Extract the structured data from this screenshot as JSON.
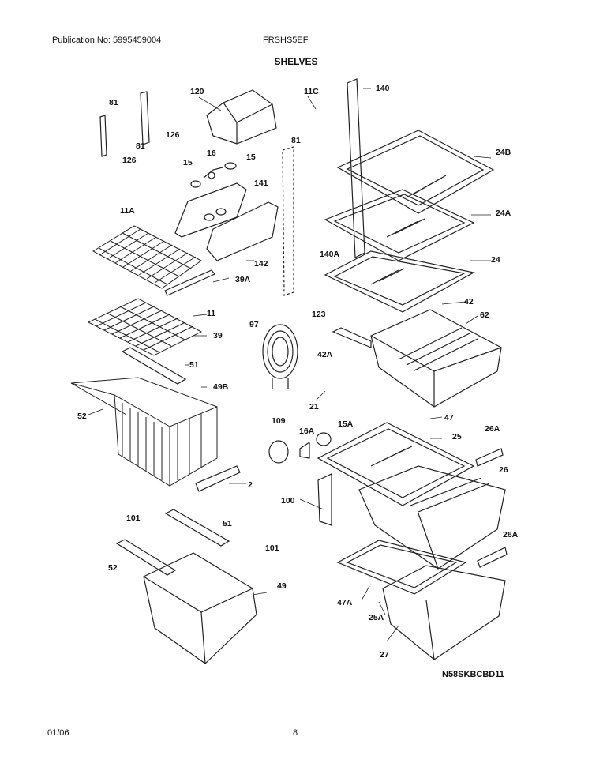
{
  "header": {
    "publication": "Publication No: 5995459004",
    "model": "FRSHS5EF",
    "title": "SHELVES"
  },
  "footer": {
    "date": "01/06",
    "page": "8",
    "diagram_code": "N58SKBCBD11"
  },
  "callouts": {
    "c120": "120",
    "c11C": "11C",
    "c140": "140",
    "c81a": "81",
    "c126a": "126",
    "c81b": "81",
    "c126b": "126",
    "c16": "16",
    "c15a": "15",
    "c15b": "15",
    "c81c": "81",
    "c24B": "24B",
    "c141": "141",
    "c11A": "11A",
    "c24A": "24A",
    "c140A": "140A",
    "c142": "142",
    "c24": "24",
    "c39A": "39A",
    "c42": "42",
    "c62": "62",
    "c123": "123",
    "c11": "11",
    "c97": "97",
    "c39": "39",
    "c42A": "42A",
    "c51a": "51",
    "c49B": "49B",
    "c52a": "52",
    "c21": "21",
    "c109": "109",
    "c47": "47",
    "c16A": "16A",
    "c15A": "15A",
    "c25": "25",
    "c26A_a": "26A",
    "c26": "26",
    "c2": "2",
    "c100": "100",
    "c101a": "101",
    "c51b": "51",
    "c26A_b": "26A",
    "c101b": "101",
    "c52b": "52",
    "c49": "49",
    "c47A": "47A",
    "c25A": "25A",
    "c27": "27"
  }
}
